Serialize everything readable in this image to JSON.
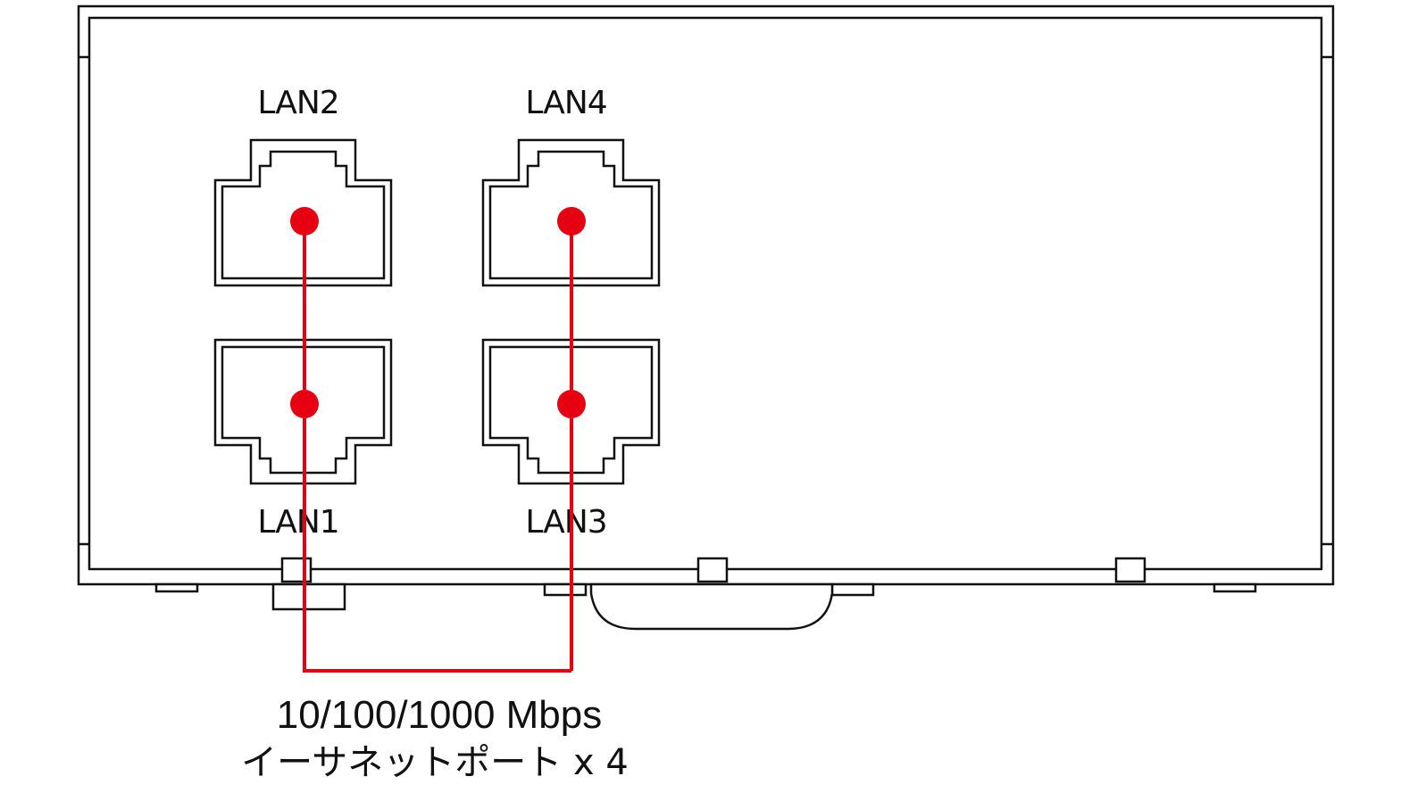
{
  "colors": {
    "callout": "#e60012",
    "outline": "#111111",
    "background": "#ffffff"
  },
  "ports": [
    {
      "id": "lan2",
      "label": "LAN2"
    },
    {
      "id": "lan4",
      "label": "LAN4"
    },
    {
      "id": "lan1",
      "label": "LAN1"
    },
    {
      "id": "lan3",
      "label": "LAN3"
    }
  ],
  "caption": {
    "line1": "10/100/1000 Mbps",
    "line2": "イーサネットポート x 4"
  }
}
